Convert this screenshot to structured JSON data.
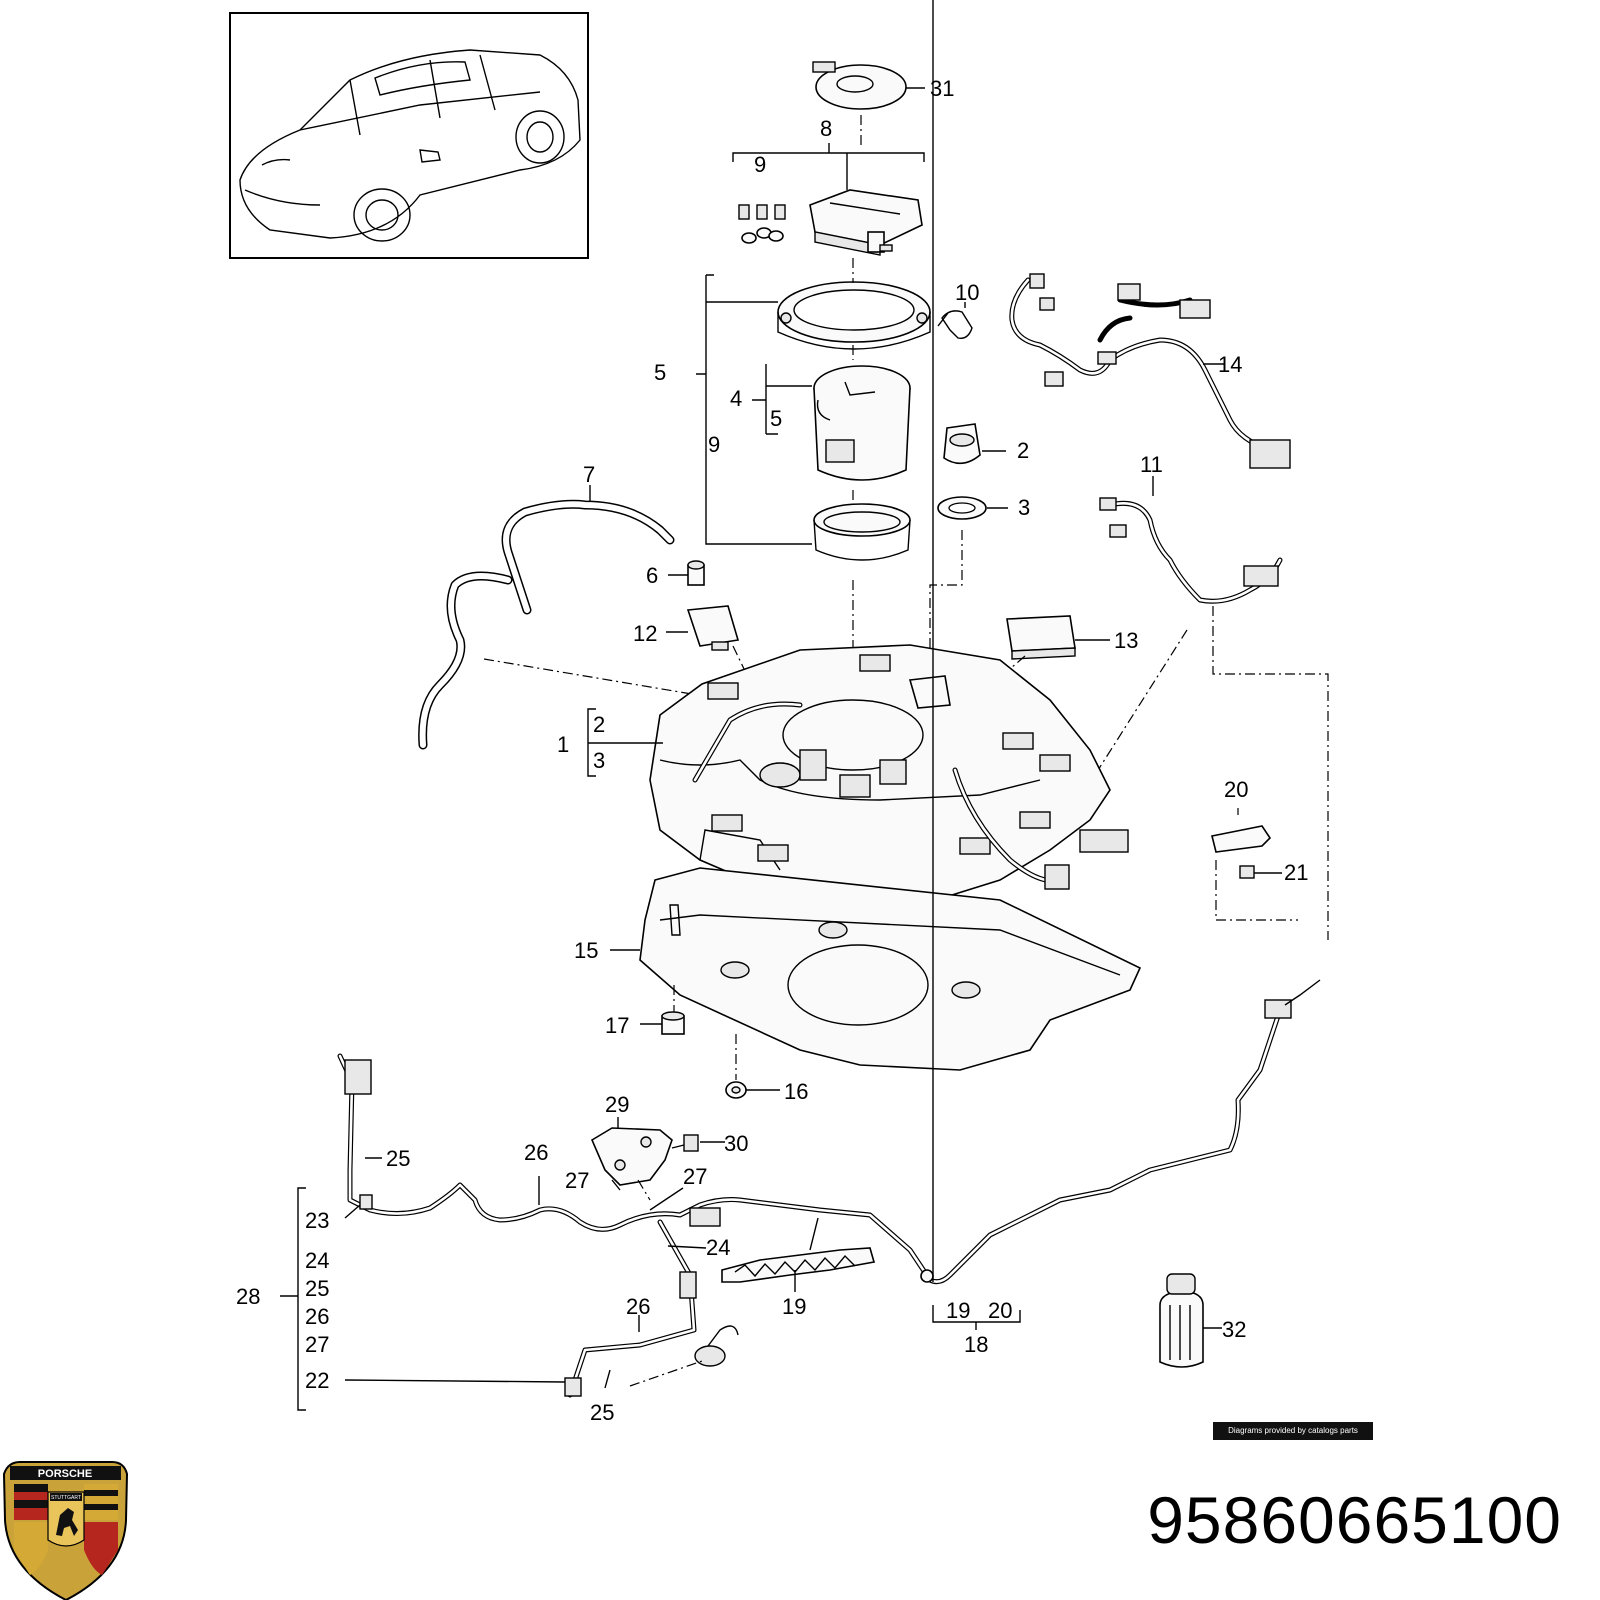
{
  "part_number": "95860665100",
  "credit": "Diagrams provided by catalogs parts",
  "logo": {
    "icon": "porsche-crest-icon",
    "text": "PORSCHE",
    "subtext": "STUTTGART"
  },
  "callouts": {
    "c31": "31",
    "c8": "8",
    "c9a": "9",
    "c10": "10",
    "c14": "14",
    "c5a": "5",
    "c4": "4",
    "c5b": "5",
    "c9b": "9",
    "c2a": "2",
    "c3a": "3",
    "c7": "7",
    "c11": "11",
    "c6": "6",
    "c12": "12",
    "c13": "13",
    "c1": "1",
    "c2b": "2",
    "c3b": "3",
    "c20a": "20",
    "c21": "21",
    "c15": "15",
    "c17": "17",
    "c16": "16",
    "c29": "29",
    "c30": "30",
    "c25a": "25",
    "c26a": "26",
    "c27a": "27",
    "c27b": "27",
    "c23": "23",
    "c24a": "24",
    "c24b": "24",
    "c28": "28",
    "c25b": "25",
    "c26b": "26",
    "c27c": "27",
    "c22": "22",
    "c26c": "26",
    "c25c": "25",
    "c19a": "19",
    "c19b": "19",
    "c20b": "20",
    "c18": "18",
    "c32": "32"
  }
}
